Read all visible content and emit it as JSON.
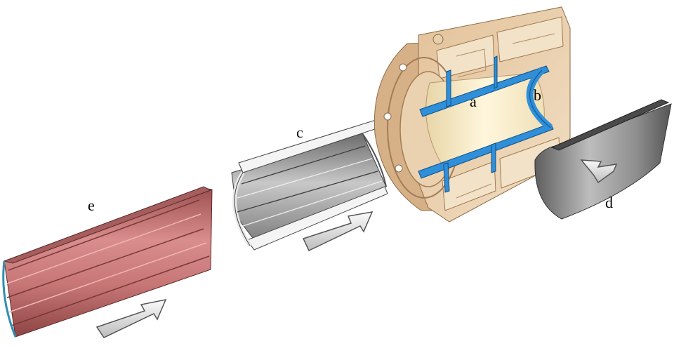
{
  "labels": {
    "a": "a",
    "b": "b",
    "c": "c",
    "d": "d",
    "e": "e"
  },
  "colors": {
    "housing": "#e8cfae",
    "housing_dark": "#c9a47a",
    "blue_part": "#2f8fd8",
    "gray_shell": "#8a8a8a",
    "red_shell": "#b86a6a",
    "arrow_fill": "#e6e6e6",
    "arrow_stroke": "#555555"
  },
  "components": [
    {
      "id": "a",
      "icon": "blue-frame"
    },
    {
      "id": "b",
      "icon": "blue-arc"
    },
    {
      "id": "c",
      "icon": "gray-shell"
    },
    {
      "id": "d",
      "icon": "gray-half-cylinder"
    },
    {
      "id": "e",
      "icon": "red-shell"
    }
  ]
}
